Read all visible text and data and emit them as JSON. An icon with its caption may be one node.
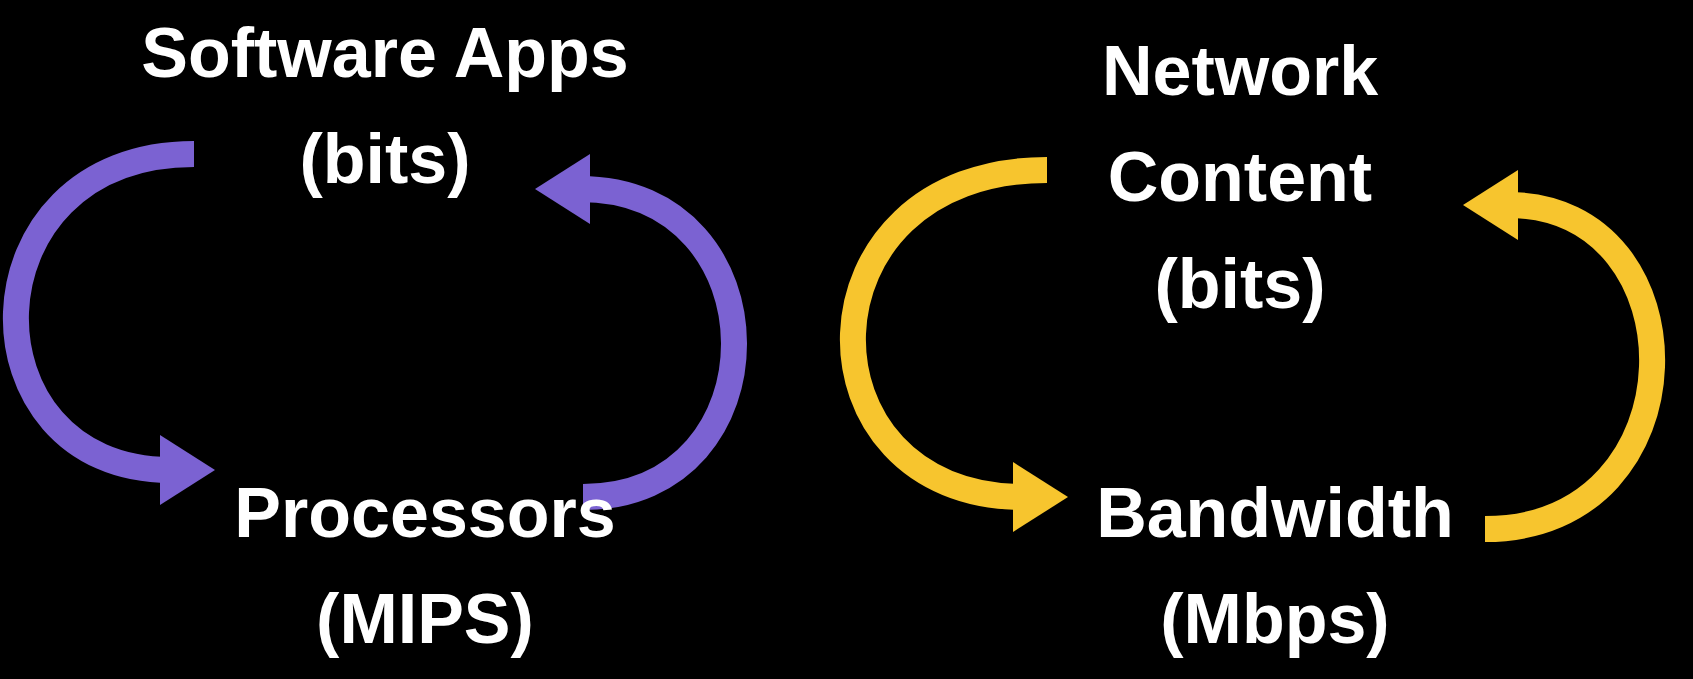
{
  "diagram": {
    "nodes": [
      {
        "text": [
          "Software Apps (bits)"
        ]
      },
      {
        "text": [
          "Processors (MIPS)"
        ]
      },
      {
        "text": [
          "Network Content (bits)"
        ]
      },
      {
        "text": [
          "Bandwidth (Mbps)"
        ]
      }
    ],
    "edges": [
      {
        "from": 0,
        "to": 1,
        "arrow": "to",
        "color": "#7b62d2"
      },
      {
        "from": 1,
        "to": 0,
        "arrow": "to",
        "color": "#7b62d2"
      },
      {
        "from": 2,
        "to": 3,
        "arrow": "to",
        "color": "#f7c52e"
      },
      {
        "from": 3,
        "to": 2,
        "arrow": "to",
        "color": "#f7c52e"
      }
    ]
  }
}
